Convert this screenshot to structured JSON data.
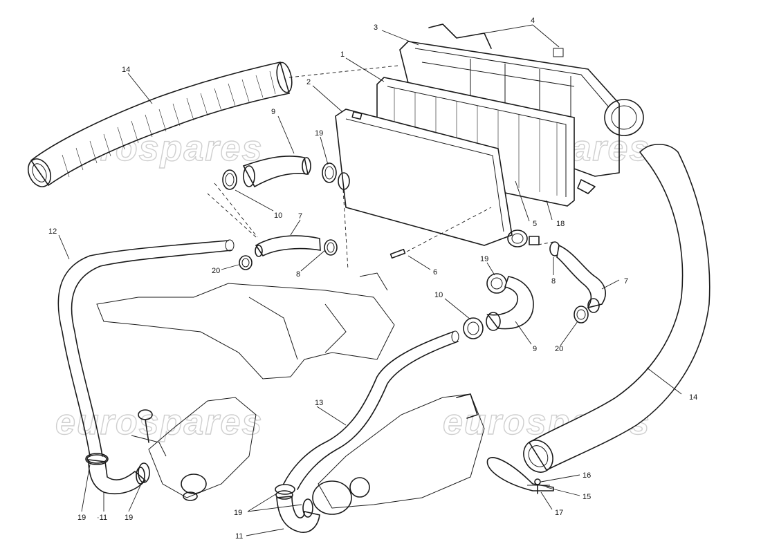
{
  "watermark": {
    "text": "eurospares",
    "color": "#cfcfcf"
  },
  "labels": [
    {
      "id": "l14a",
      "text": "14"
    },
    {
      "id": "l3",
      "text": "3"
    },
    {
      "id": "l4",
      "text": "4"
    },
    {
      "id": "l1",
      "text": "1"
    },
    {
      "id": "l2",
      "text": "2"
    },
    {
      "id": "l9a",
      "text": "9"
    },
    {
      "id": "l19a",
      "text": "19"
    },
    {
      "id": "l10a",
      "text": "10"
    },
    {
      "id": "l7a",
      "text": "7"
    },
    {
      "id": "l12",
      "text": "12"
    },
    {
      "id": "l20a",
      "text": "20"
    },
    {
      "id": "l8a",
      "text": "8"
    },
    {
      "id": "l5",
      "text": "5"
    },
    {
      "id": "l18",
      "text": "18"
    },
    {
      "id": "l6",
      "text": "6"
    },
    {
      "id": "l19b",
      "text": "19"
    },
    {
      "id": "l8b",
      "text": "8"
    },
    {
      "id": "l7b",
      "text": "7"
    },
    {
      "id": "l10b",
      "text": "10"
    },
    {
      "id": "l9b",
      "text": "9"
    },
    {
      "id": "l20b",
      "text": "20"
    },
    {
      "id": "l14b",
      "text": "14"
    },
    {
      "id": "l13",
      "text": "13"
    },
    {
      "id": "l16",
      "text": "16"
    },
    {
      "id": "l15",
      "text": "15"
    },
    {
      "id": "l17",
      "text": "17"
    },
    {
      "id": "l19c",
      "text": "19"
    },
    {
      "id": "l11a",
      "text": "·11"
    },
    {
      "id": "l19d",
      "text": "19"
    },
    {
      "id": "l19e",
      "text": "19"
    },
    {
      "id": "l11b",
      "text": "11"
    }
  ]
}
